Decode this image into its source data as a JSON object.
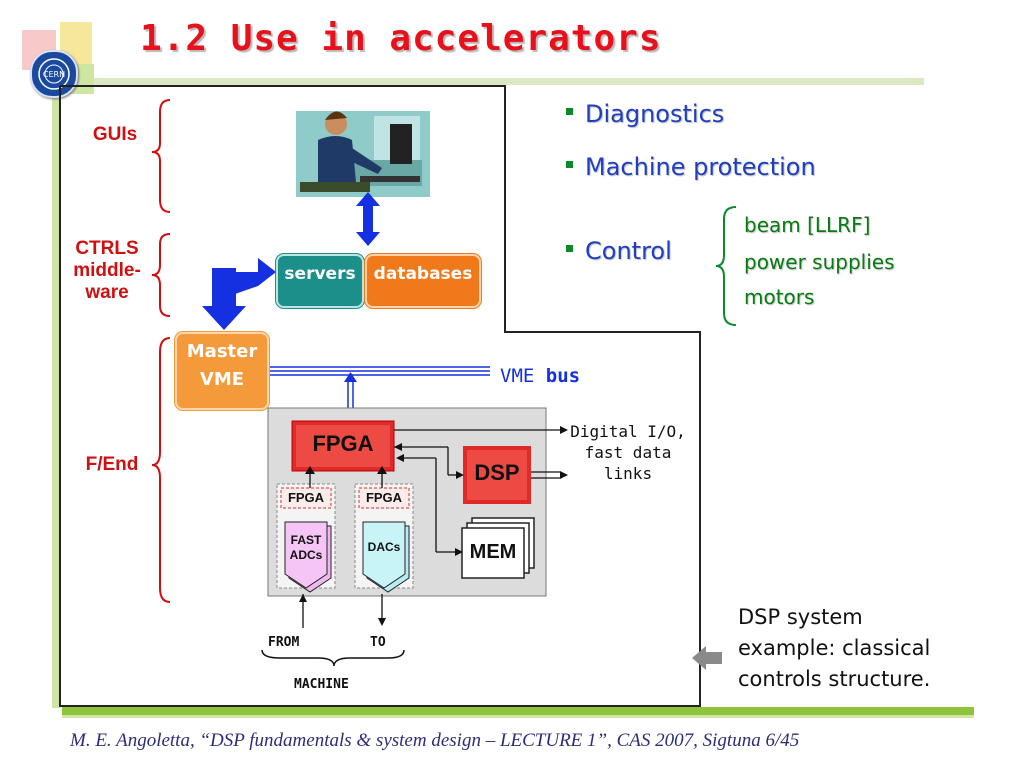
{
  "title": "1.2 Use in accelerators",
  "logo_text": "CERN",
  "bullets": [
    {
      "label": "Diagnostics"
    },
    {
      "label": "Machine protection"
    },
    {
      "label": "Control"
    }
  ],
  "control_items": [
    "beam [LLRF]",
    "power supplies",
    "motors"
  ],
  "layers": {
    "guis": "GUIs",
    "ctrls": [
      "CTRLS",
      "middle-",
      "ware"
    ],
    "fend": "F/End"
  },
  "diagram": {
    "servers": "servers",
    "databases": "databases",
    "master": [
      "Master",
      "VME"
    ],
    "vme_bus": [
      "VME",
      "bus"
    ],
    "fpga_main": "FPGA",
    "fpga_small_1": "FPGA",
    "fpga_small_2": "FPGA",
    "fast_adcs": [
      "FAST",
      "ADCs"
    ],
    "dacs": "DACs",
    "dsp": "DSP",
    "mem": "MEM",
    "digital_io": [
      "Digital I/O,",
      "fast data",
      "links"
    ],
    "from": "FROM",
    "to": "TO",
    "machine": "MACHINE"
  },
  "caption": [
    "DSP system",
    "example: classical",
    "controls structure."
  ],
  "footer": "M. E. Angoletta, “DSP fundamentals & system design – LECTURE 1”, CAS 2007, Sigtuna   6/45",
  "colors": {
    "title": "#e8101a",
    "bullet_text": "#1f3fbf",
    "bullet_square": "#0a8a2a",
    "control_items": "#0a7a14",
    "servers_box": "#1c8f8a",
    "databases_box": "#f07a1a",
    "master_box": "#f59a3a",
    "arrow_blue": "#1530e0",
    "fpga_red": "#e02a2a",
    "layer_labels": "#d01010",
    "accent_bar": "#8ec33c"
  }
}
